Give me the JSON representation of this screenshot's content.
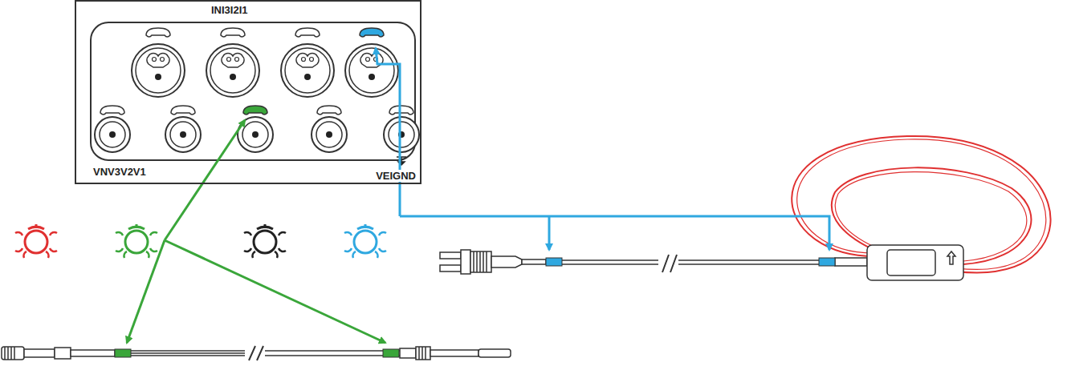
{
  "diagram": {
    "nodes": [
      {
        "text": [
          "INI3I2I1",
          "VNV3V2V1",
          "VEIGND"
        ]
      }
    ]
  }
}
